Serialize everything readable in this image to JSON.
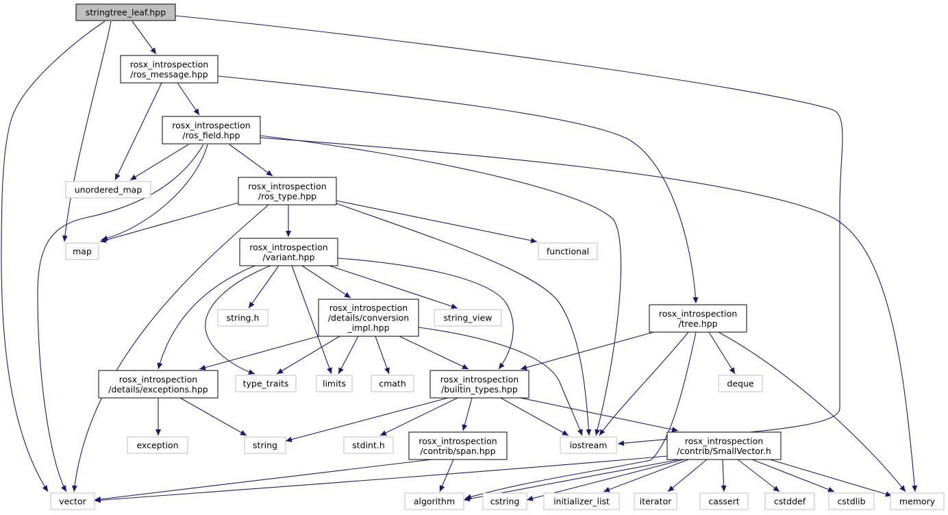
{
  "diagram": {
    "type": "include-dependency-graph",
    "colors": {
      "edge": "#191970",
      "node_border": "#000000",
      "root_fill": "#bfbfbf",
      "external_border": "#bfbfbf",
      "background": "#ffffff"
    },
    "nodes": {
      "root": {
        "lines": [
          "stringtree_leaf.hpp"
        ],
        "kind": "root"
      },
      "rosmsg": {
        "lines": [
          "rosx_introspection",
          "/ros_message.hpp"
        ],
        "kind": "header"
      },
      "rosfield": {
        "lines": [
          "rosx_introspection",
          "/ros_field.hpp"
        ],
        "kind": "header"
      },
      "umap": {
        "lines": [
          "unordered_map"
        ],
        "kind": "external"
      },
      "rostype": {
        "lines": [
          "rosx_introspection",
          "/ros_type.hpp"
        ],
        "kind": "header"
      },
      "map": {
        "lines": [
          "map"
        ],
        "kind": "external"
      },
      "functional": {
        "lines": [
          "functional"
        ],
        "kind": "external"
      },
      "variant": {
        "lines": [
          "rosx_introspection",
          "/variant.hpp"
        ],
        "kind": "header"
      },
      "stringh": {
        "lines": [
          "string.h"
        ],
        "kind": "external"
      },
      "conv": {
        "lines": [
          "rosx_introspection",
          "/details/conversion",
          "_impl.hpp"
        ],
        "kind": "header"
      },
      "stringview": {
        "lines": [
          "string_view"
        ],
        "kind": "external"
      },
      "tree": {
        "lines": [
          "rosx_introspection",
          "/tree.hpp"
        ],
        "kind": "header"
      },
      "exc": {
        "lines": [
          "rosx_introspection",
          "/details/exceptions.hpp"
        ],
        "kind": "header"
      },
      "typetraits": {
        "lines": [
          "type_traits"
        ],
        "kind": "external"
      },
      "limits": {
        "lines": [
          "limits"
        ],
        "kind": "external"
      },
      "cmath": {
        "lines": [
          "cmath"
        ],
        "kind": "external"
      },
      "builtin": {
        "lines": [
          "rosx_introspection",
          "/builtin_types.hpp"
        ],
        "kind": "header"
      },
      "deque": {
        "lines": [
          "deque"
        ],
        "kind": "external"
      },
      "exception": {
        "lines": [
          "exception"
        ],
        "kind": "external"
      },
      "string": {
        "lines": [
          "string"
        ],
        "kind": "external"
      },
      "stdinth": {
        "lines": [
          "stdint.h"
        ],
        "kind": "external"
      },
      "span": {
        "lines": [
          "rosx_introspection",
          "/contrib/span.hpp"
        ],
        "kind": "header"
      },
      "iostream": {
        "lines": [
          "iostream"
        ],
        "kind": "external"
      },
      "smallvec": {
        "lines": [
          "rosx_introspection",
          "/contrib/SmallVector.h"
        ],
        "kind": "header"
      },
      "vector": {
        "lines": [
          "vector"
        ],
        "kind": "external"
      },
      "algorithm": {
        "lines": [
          "algorithm"
        ],
        "kind": "external"
      },
      "cstring": {
        "lines": [
          "cstring"
        ],
        "kind": "external"
      },
      "initlist": {
        "lines": [
          "initializer_list"
        ],
        "kind": "external"
      },
      "iterator": {
        "lines": [
          "iterator"
        ],
        "kind": "external"
      },
      "cassert": {
        "lines": [
          "cassert"
        ],
        "kind": "external"
      },
      "cstddef": {
        "lines": [
          "cstddef"
        ],
        "kind": "external"
      },
      "cstdlib": {
        "lines": [
          "cstdlib"
        ],
        "kind": "external"
      },
      "memory": {
        "lines": [
          "memory"
        ],
        "kind": "external"
      }
    },
    "edges": [
      [
        "root",
        "rosmsg"
      ],
      [
        "root",
        "map"
      ],
      [
        "root",
        "vector"
      ],
      [
        "root",
        "iostream"
      ],
      [
        "rosmsg",
        "rosfield"
      ],
      [
        "rosmsg",
        "umap"
      ],
      [
        "rosmsg",
        "tree"
      ],
      [
        "rosfield",
        "umap"
      ],
      [
        "rosfield",
        "rostype"
      ],
      [
        "rosfield",
        "map"
      ],
      [
        "rosfield",
        "vector"
      ],
      [
        "rosfield",
        "iostream"
      ],
      [
        "rosfield",
        "memory"
      ],
      [
        "rostype",
        "map"
      ],
      [
        "rostype",
        "variant"
      ],
      [
        "rostype",
        "functional"
      ],
      [
        "rostype",
        "vector"
      ],
      [
        "rostype",
        "iostream"
      ],
      [
        "variant",
        "stringh"
      ],
      [
        "variant",
        "conv"
      ],
      [
        "variant",
        "stringview"
      ],
      [
        "variant",
        "exc"
      ],
      [
        "variant",
        "typetraits"
      ],
      [
        "variant",
        "limits"
      ],
      [
        "variant",
        "builtin"
      ],
      [
        "conv",
        "exc"
      ],
      [
        "conv",
        "typetraits"
      ],
      [
        "conv",
        "limits"
      ],
      [
        "conv",
        "cmath"
      ],
      [
        "conv",
        "builtin"
      ],
      [
        "conv",
        "iostream"
      ],
      [
        "tree",
        "builtin"
      ],
      [
        "tree",
        "deque"
      ],
      [
        "tree",
        "iostream"
      ],
      [
        "tree",
        "memory"
      ],
      [
        "tree",
        "algorithm"
      ],
      [
        "exc",
        "exception"
      ],
      [
        "exc",
        "string"
      ],
      [
        "builtin",
        "string"
      ],
      [
        "builtin",
        "stdinth"
      ],
      [
        "builtin",
        "span"
      ],
      [
        "builtin",
        "iostream"
      ],
      [
        "builtin",
        "smallvec"
      ],
      [
        "span",
        "vector"
      ],
      [
        "span",
        "algorithm"
      ],
      [
        "smallvec",
        "vector"
      ],
      [
        "smallvec",
        "algorithm"
      ],
      [
        "smallvec",
        "cstring"
      ],
      [
        "smallvec",
        "initlist"
      ],
      [
        "smallvec",
        "iterator"
      ],
      [
        "smallvec",
        "cassert"
      ],
      [
        "smallvec",
        "cstddef"
      ],
      [
        "smallvec",
        "cstdlib"
      ],
      [
        "smallvec",
        "memory"
      ]
    ]
  }
}
